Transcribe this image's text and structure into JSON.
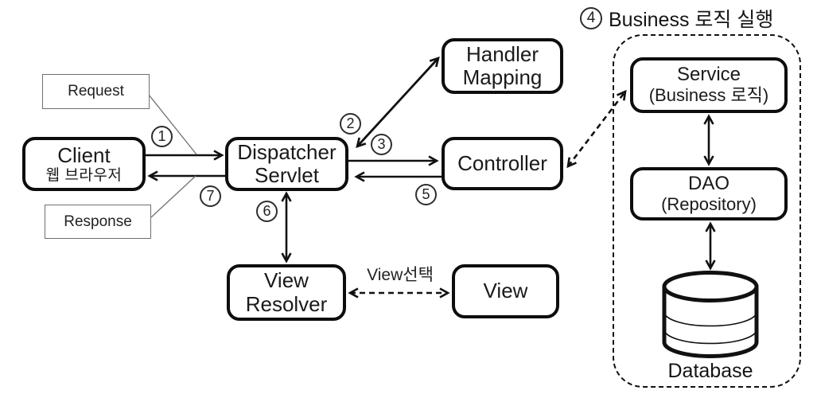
{
  "diagram_title": {
    "step": "4",
    "label": "Business 로직 실행"
  },
  "nodes": {
    "client": {
      "line1": "Client",
      "line2": "웹 브라우저"
    },
    "dispatcher_servlet": {
      "line1": "Dispatcher",
      "line2": "Servlet"
    },
    "handler_mapping": {
      "line1": "Handler",
      "line2": "Mapping"
    },
    "controller": {
      "line1": "Controller"
    },
    "view_resolver": {
      "line1": "View",
      "line2": "Resolver"
    },
    "view": {
      "line1": "View"
    },
    "service": {
      "line1": "Service",
      "line2": "(Business 로직)"
    },
    "dao": {
      "line1": "DAO",
      "line2": "(Repository)"
    },
    "database": {
      "label": "Database"
    }
  },
  "callouts": {
    "request": "Request",
    "response": "Response"
  },
  "edge_labels": {
    "view_select": "View선택"
  },
  "steps": {
    "s1": "1",
    "s2": "2",
    "s3": "3",
    "s5": "5",
    "s6": "6",
    "s7": "7"
  },
  "icons": {
    "database": "database-cylinder-icon"
  },
  "colors": {
    "stroke": "#111111",
    "thin_border": "#6f6f6f",
    "background": "#ffffff"
  }
}
